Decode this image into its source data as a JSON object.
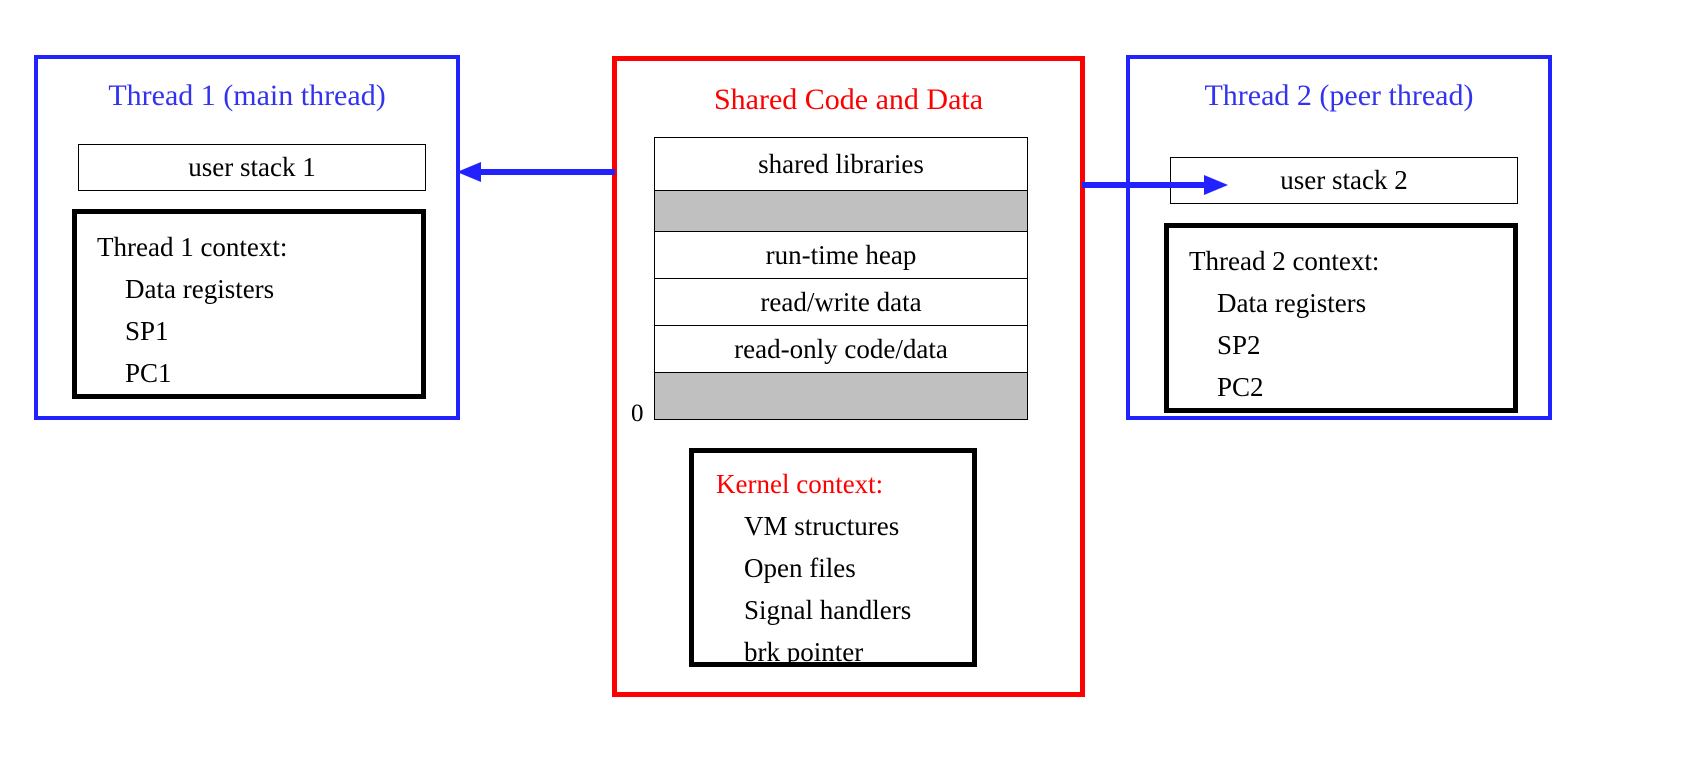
{
  "diagram": {
    "title": "Threads memory model",
    "colors": {
      "thread_panel_border": "#2222ff",
      "thread_title": "#3333ee",
      "shared_panel_border": "#fe0000",
      "shared_title": "#fe0000",
      "kernel_heading": "#fe0000",
      "context_box_border": "#000000",
      "shaded_band": "#c0c0c0",
      "arrow": "#2222ff",
      "background": "#ffffff"
    }
  },
  "left_thread": {
    "title": "Thread 1 (main thread)",
    "stack_label": "user stack 1",
    "context": {
      "heading": "Thread 1 context:",
      "items": [
        "Data registers",
        "SP1",
        "PC1"
      ]
    }
  },
  "shared": {
    "title": "Shared Code and Data",
    "zero_label": "0",
    "memory_bands": [
      {
        "label": "shared libraries",
        "shaded": false
      },
      {
        "label": "",
        "shaded": true
      },
      {
        "label": "run-time heap",
        "shaded": false
      },
      {
        "label": "read/write data",
        "shaded": false
      },
      {
        "label": "read-only code/data",
        "shaded": false
      },
      {
        "label": "",
        "shaded": true
      }
    ],
    "kernel_context": {
      "heading": "Kernel context:",
      "items": [
        "VM structures",
        "Open files",
        "Signal handlers",
        "brk pointer"
      ]
    }
  },
  "right_thread": {
    "title": "Thread 2 (peer thread)",
    "stack_label": "user stack 2",
    "context": {
      "heading": "Thread 2 context:",
      "items": [
        "Data registers",
        "SP2",
        "PC2"
      ]
    }
  },
  "connectors": [
    {
      "name": "shared-to-thread1-arrow",
      "direction": "left"
    },
    {
      "name": "shared-to-thread2-arrow",
      "direction": "right"
    }
  ]
}
